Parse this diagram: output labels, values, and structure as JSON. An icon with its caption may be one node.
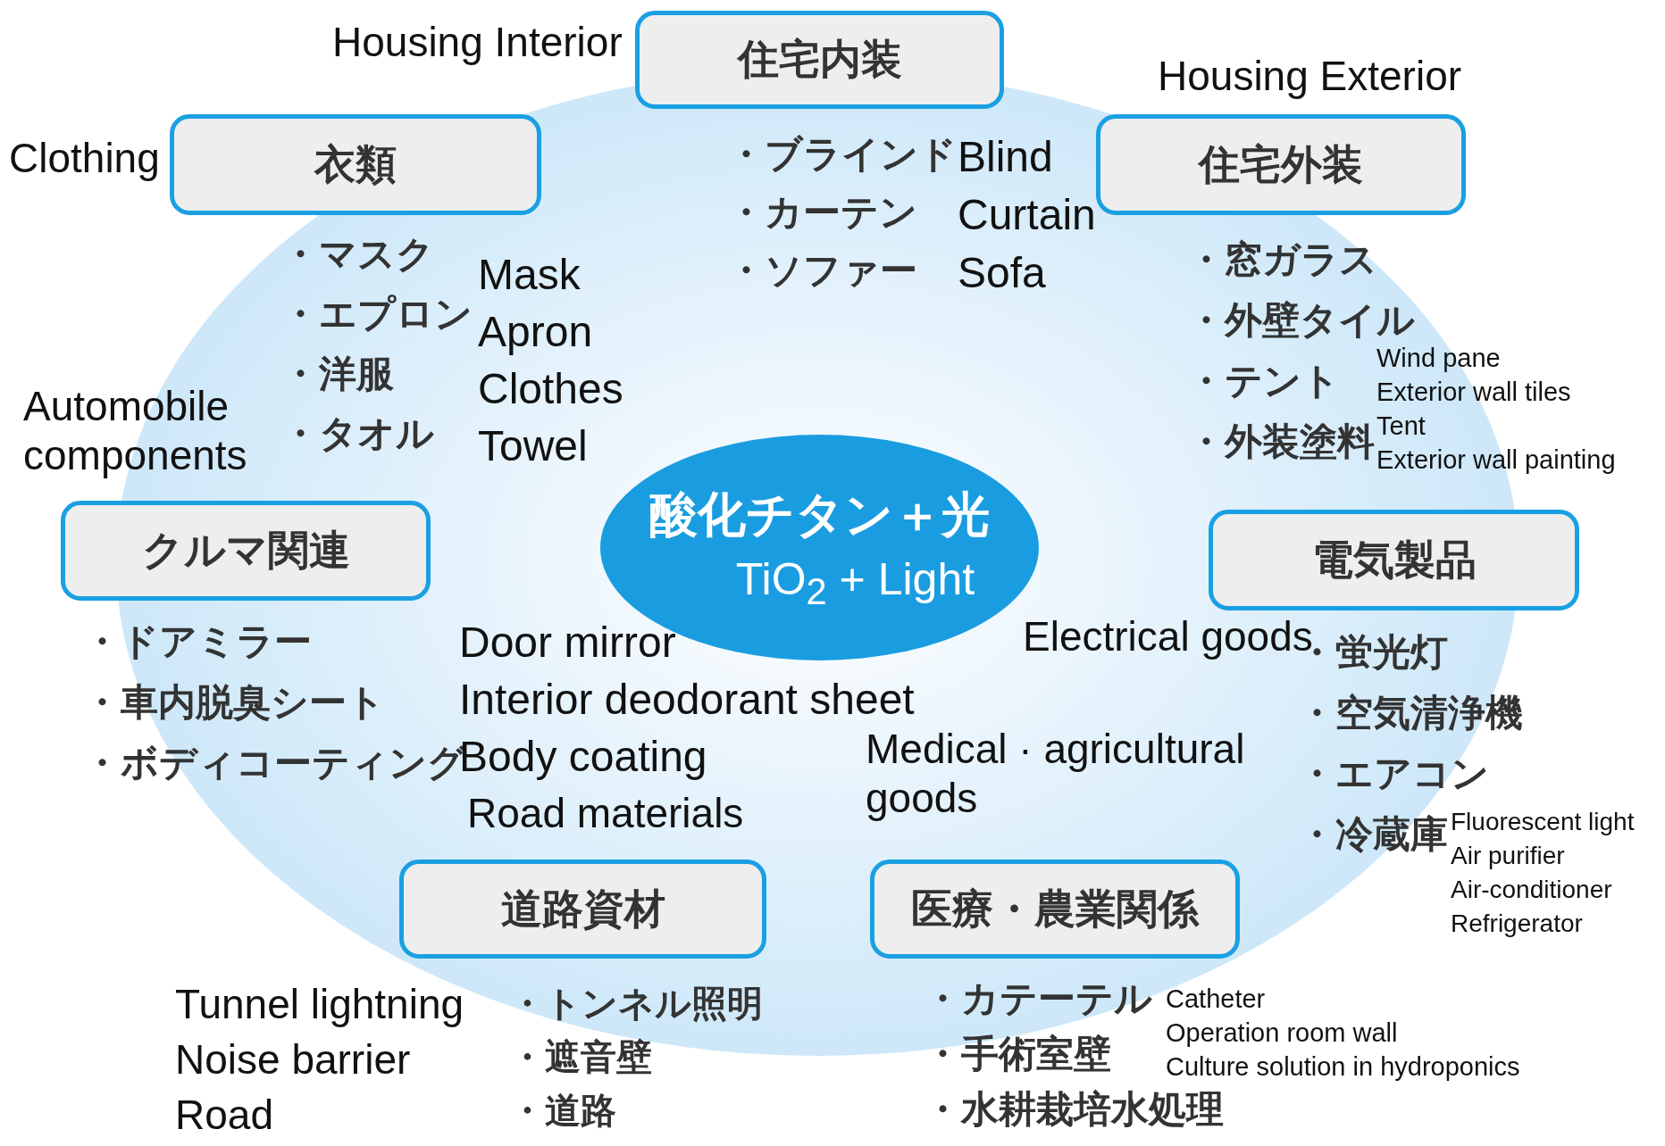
{
  "diagram": {
    "nodes": [
      {
        "text": [
          "住宅内装"
        ],
        "beside": [
          "Housing Interior"
        ]
      },
      {
        "text": [
          "衣類"
        ],
        "beside": [
          "Clothing"
        ]
      },
      {
        "text": [
          "住宅外装"
        ],
        "beside": [
          "Housing Exterior"
        ]
      },
      {
        "text": [
          "クルマ関連"
        ],
        "beside": [
          "Automobile components"
        ]
      },
      {
        "text": [
          "酸化チタン＋光",
          "TiO$_{2}$ + Light"
        ]
      },
      {
        "text": [
          "電気製品"
        ],
        "beside": [
          "Electrical goods"
        ]
      },
      {
        "text": [
          "道路資材"
        ],
        "beside": [
          "Road materials"
        ]
      },
      {
        "text": [
          "医療・農業関係"
        ],
        "beside": [
          "Medical · agricultural goods"
        ]
      }
    ],
    "labels": [
      "・ブラインド",
      "・カーテン",
      "・ソファー",
      "Blind",
      "Curtain",
      "Sofa",
      "・マスク",
      "・エプロン",
      "・洋服",
      "・タオル",
      "Mask",
      "Apron",
      "Clothes",
      "Towel",
      "・窓ガラス",
      "・外壁タイル",
      "・テント",
      "・外装塗料",
      "Wind pane",
      "Exterior wall tiles",
      "Tent",
      "Exterior wall painting",
      "・ドアミラー",
      "・車内脱臭シート",
      "・ボディコーティング",
      "Door mirror",
      "Interior deodorant sheet",
      "Body coating",
      "・蛍光灯",
      "・空気清浄機",
      "・エアコン",
      "・冷蔵庫",
      "Fluorescent light",
      "Air purifier",
      "Air-conditioner",
      "Refrigerator",
      "Tunnel lightning",
      "Noise barrier",
      "Road",
      "・トンネル照明",
      "・遮音壁",
      "・道路",
      "・カテーテル",
      "・手術室壁",
      "・水耕栽培水処理",
      "Catheter",
      "Operation room wall",
      "Culture solution in hydroponics"
    ]
  }
}
